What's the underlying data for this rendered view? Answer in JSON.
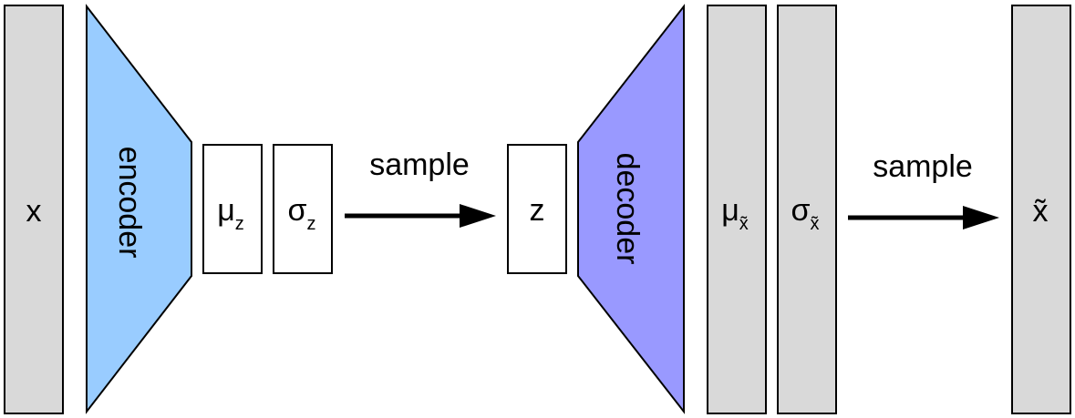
{
  "diagram": {
    "input_label": "x",
    "encoder_label": "encoder",
    "latent_mu": {
      "symbol": "μ",
      "sub": "z"
    },
    "latent_sigma": {
      "symbol": "σ",
      "sub": "z"
    },
    "sample_label_1": "sample",
    "z_label": "z",
    "decoder_label": "decoder",
    "output_mu": {
      "symbol": "μ",
      "sub": "x̃"
    },
    "output_sigma": {
      "symbol": "σ",
      "sub": "x̃"
    },
    "sample_label_2": "sample",
    "output_label": "x̃"
  },
  "colors": {
    "gray_box": "#d9d9d9",
    "encoder_fill": "#99ccff",
    "decoder_fill": "#9999ff",
    "stroke": "#000000"
  }
}
